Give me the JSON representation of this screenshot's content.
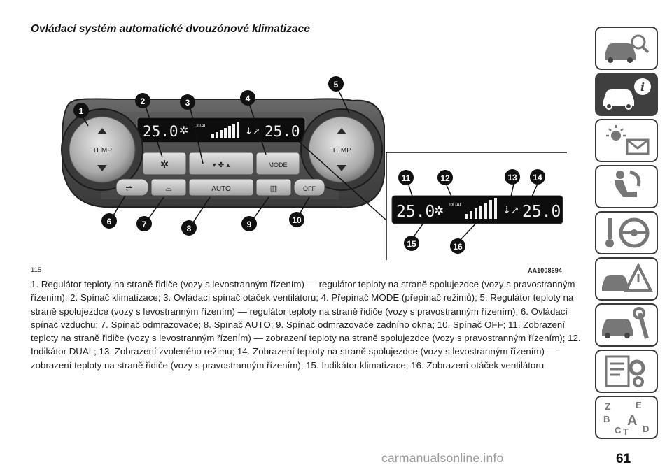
{
  "heading": "Ovládací systém automatické dvouzónové klimatizace",
  "figure": {
    "number": "115",
    "code": "AA1008694",
    "panel": {
      "left_knob": "TEMP",
      "right_knob": "TEMP",
      "left_temp": "25.0",
      "right_temp": "25.0",
      "dual": "DUAL",
      "mode_button": "MODE",
      "auto_button": "AUTO",
      "off_button": "OFF"
    },
    "callouts": [
      "1",
      "2",
      "3",
      "4",
      "5",
      "6",
      "7",
      "8",
      "9",
      "10",
      "11",
      "12",
      "13",
      "14",
      "15",
      "16"
    ]
  },
  "caption": "1. Regulátor teploty na straně řidiče (vozy s levostranným řízením) — regulátor teploty na straně spolujezdce (vozy s pravostranným řízením); 2. Spínač klimatizace; 3. Ovládací spínač otáček ventilátoru; 4. Přepínač MODE (přepínač režimů); 5. Regulátor teploty na straně spolujezdce (vozy s levostranným řízením) — regulátor teploty na straně řidiče (vozy s pravostranným řízením); 6. Ovládací spínač vzduchu; 7. Spínač odmrazovače; 8. Spínač AUTO; 9. Spínač odmrazovače zadního okna; 10. Spínač OFF; 11. Zobrazení teploty na straně řidiče (vozy s levostranným řízením) — zobrazení teploty na straně spolujezdce (vozy s pravostranným řízením); 12. Indikátor DUAL; 13. Zobrazení zvoleného režimu; 14. Zobrazení teploty na straně spolujezdce (vozy s levostranným řízením) — zobrazení teploty na straně řidiče (vozy s pravostranným řízením); 15. Indikátor klimatizace; 16. Zobrazení otáček ventilátoru",
  "sidebar": {
    "tabs": [
      {
        "icon": "car-search-icon",
        "active": false
      },
      {
        "icon": "car-info-icon",
        "active": true
      },
      {
        "icon": "warning-lights-message-icon",
        "active": false
      },
      {
        "icon": "seat-airbag-icon",
        "active": false
      },
      {
        "icon": "key-steering-wheel-icon",
        "active": false
      },
      {
        "icon": "car-breakdown-triangle-icon",
        "active": false
      },
      {
        "icon": "car-service-wrench-icon",
        "active": false
      },
      {
        "icon": "technical-data-gears-icon",
        "active": false
      },
      {
        "icon": "alphabetical-index-icon",
        "active": false
      }
    ],
    "index_letters": [
      "Z",
      "E",
      "B",
      "A",
      "C",
      "T",
      "D"
    ]
  },
  "page_number": "61",
  "watermark": "carmanualsonline.info"
}
